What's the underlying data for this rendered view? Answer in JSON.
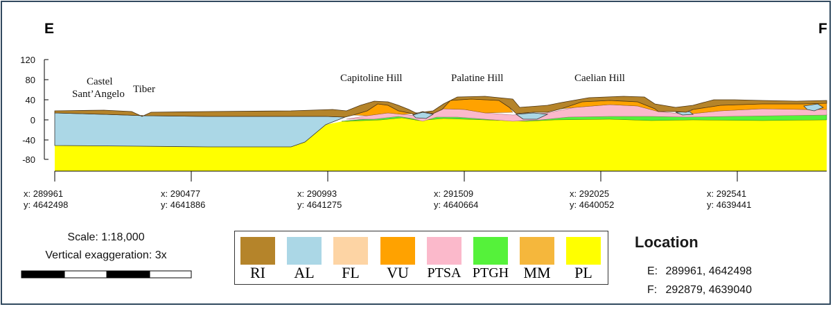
{
  "endpoints": {
    "start": "E",
    "end": "F"
  },
  "y_axis": {
    "ticks": [
      "120",
      "80",
      "40",
      "0",
      "-40",
      "-80"
    ],
    "values": [
      120,
      80,
      40,
      0,
      -40,
      -80
    ]
  },
  "landmarks": [
    {
      "line1": "Castel",
      "line2": "Sant’Angelo"
    },
    {
      "line1": "Tiber"
    },
    {
      "line1": "Capitoline Hill"
    },
    {
      "line1": "Palatine Hill"
    },
    {
      "line1": "Caelian Hill"
    }
  ],
  "x_ticks": [
    {
      "x": "x: 289961",
      "y": "y: 4642498"
    },
    {
      "x": "x: 290477",
      "y": "y: 4641886"
    },
    {
      "x": "x: 290993",
      "y": "y: 4641275"
    },
    {
      "x": "x: 291509",
      "y": "y: 4640664"
    },
    {
      "x": "x: 292025",
      "y": "y: 4640052"
    },
    {
      "x": "x: 292541",
      "y": "y: 4639441"
    }
  ],
  "scale": {
    "label": "Scale: 1:18,000",
    "exaggeration": "Vertical exaggeration: 3x"
  },
  "legend": [
    {
      "code": "RI",
      "color": "#b5842a"
    },
    {
      "code": "AL",
      "color": "#abd7e6"
    },
    {
      "code": "FL",
      "color": "#fdd4a4"
    },
    {
      "code": "VU",
      "color": "#ffa200"
    },
    {
      "code": "PTSA",
      "color": "#fbb9cb"
    },
    {
      "code": "PTGH",
      "color": "#55f23a"
    },
    {
      "code": "MM",
      "color": "#f5b73c"
    },
    {
      "code": "PL",
      "color": "#ffff00"
    }
  ],
  "location": {
    "title": "Location",
    "rows": [
      {
        "key": "E:",
        "value": "289961, 4642498"
      },
      {
        "key": "F:",
        "value": "292879, 4639040"
      }
    ]
  }
}
